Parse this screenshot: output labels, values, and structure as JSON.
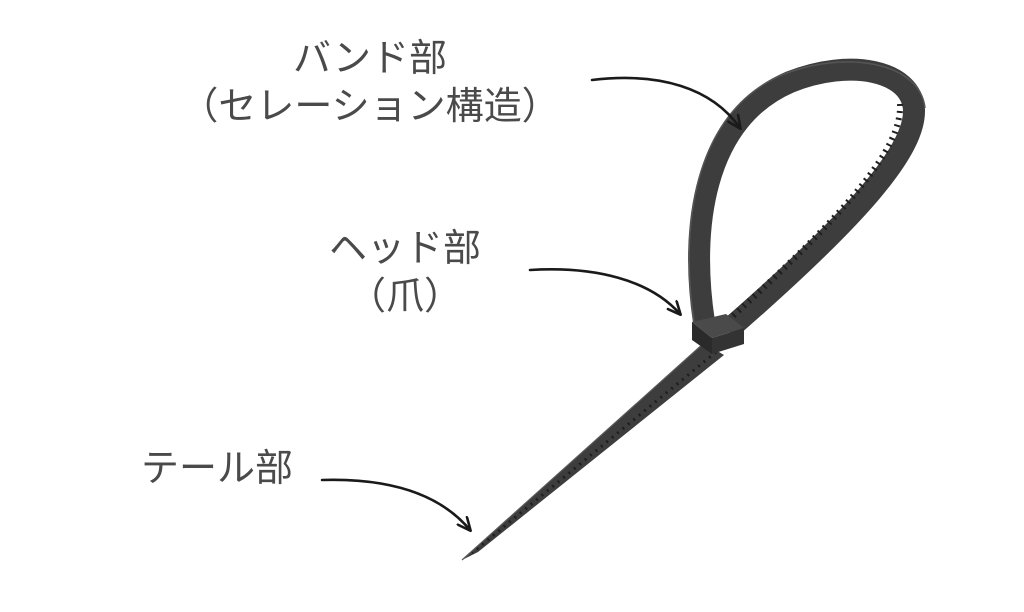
{
  "labels": {
    "band": {
      "line1": "バンド部",
      "line2": "（セレーション構造）"
    },
    "head": {
      "line1": "ヘッド部",
      "line2": "（爪）"
    },
    "tail": {
      "line1": "テール部"
    }
  },
  "colors": {
    "tie_body": "#3d3d3d",
    "tie_dark": "#2a2a2a",
    "tie_teeth": "#1f1f1f",
    "tie_highlight": "#5a5a5a",
    "arrow": "#1a1a1a",
    "text": "#4a4a4a"
  }
}
